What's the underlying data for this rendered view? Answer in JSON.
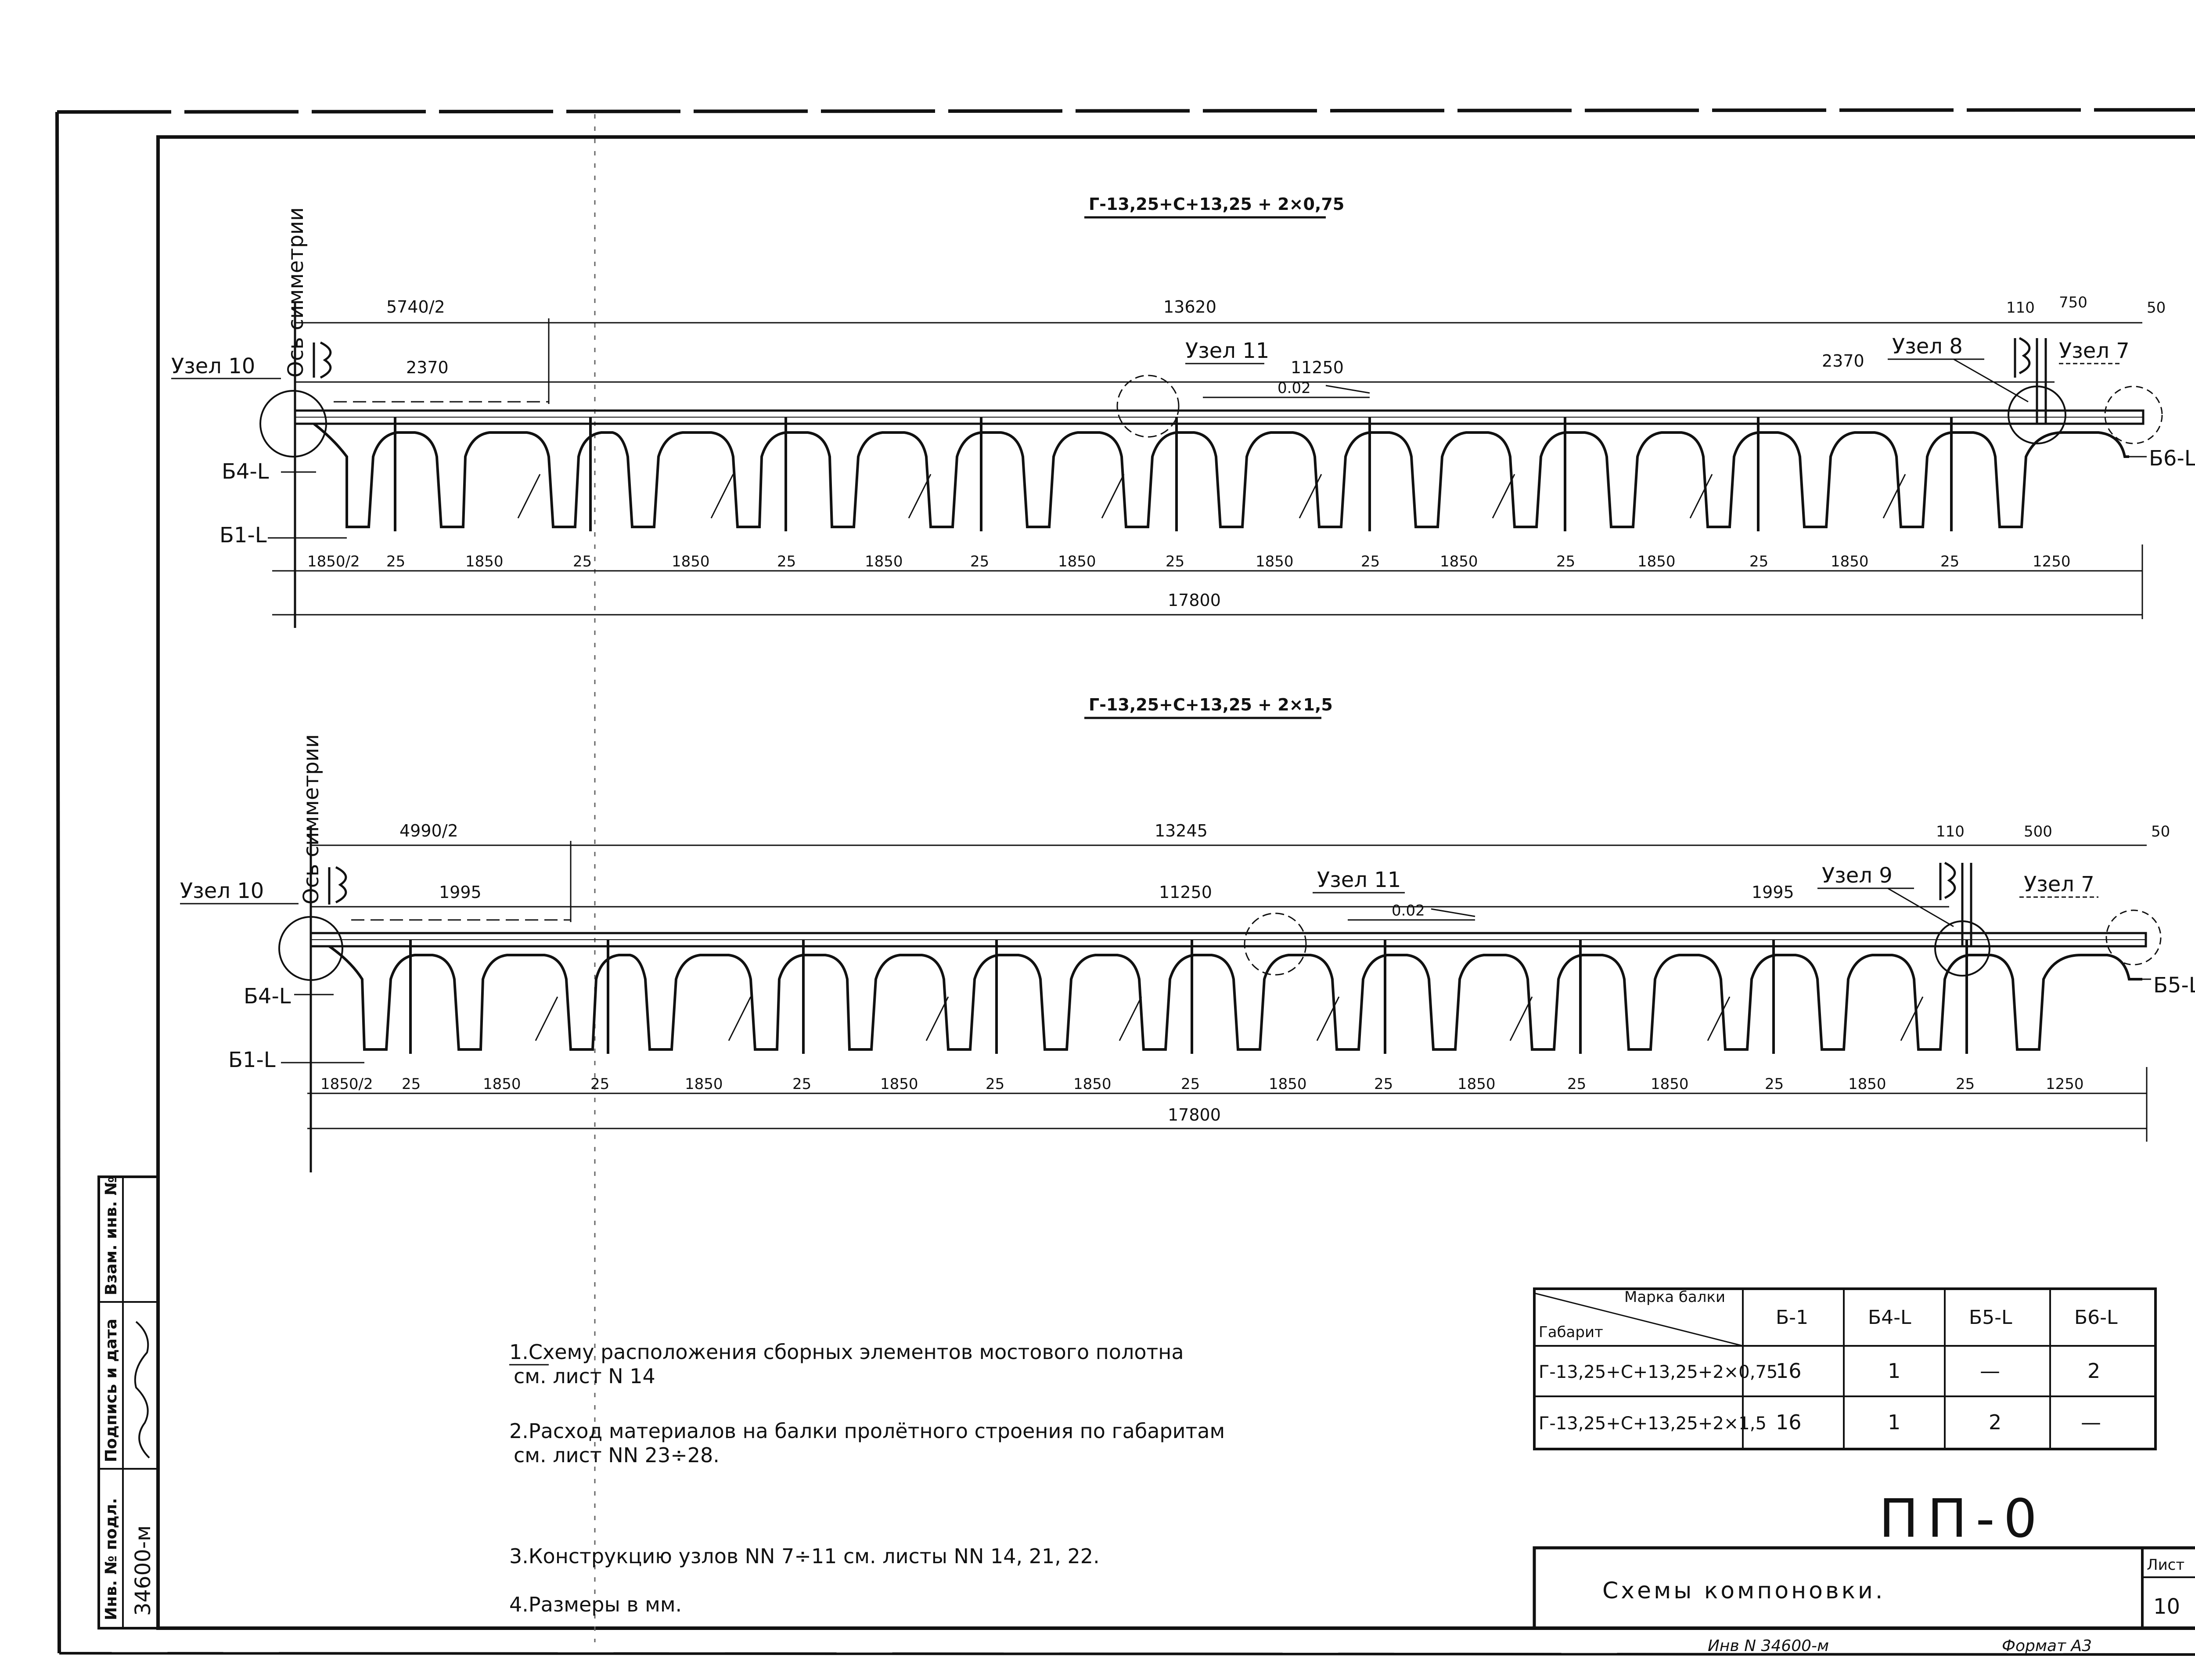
{
  "title_block": {
    "drawing_code": "ПП-0",
    "sheet_title": "Схемы компоновки.",
    "sheet_label": "Лист",
    "sheet_number": "10",
    "inventory": "Инв N 34600-м",
    "format": "Формат A3"
  },
  "side_stamp": {
    "inv_podl_label": "Инв. № подл.",
    "inv_podl_value": "34600-м",
    "sign_label": "Подпись и дата",
    "vzam_label": "Взам. инв. №"
  },
  "section1": {
    "title": "Г-13,25+С+13,25 + 2×0,75",
    "axis_label": "Ось симметрии",
    "node_left": "Узел 10",
    "node_mid": "Узел 11",
    "node_right1": "Узел 8",
    "node_right2": "Узел 7",
    "beam_left_top": "Б4-L",
    "beam_left_bottom": "Б1-L",
    "beam_right": "Б6-L",
    "dim_top_left": "5740/2",
    "dim_top_total": "13620",
    "dim_top_r1": "110",
    "dim_top_r2": "750",
    "dim_top_r3": "50",
    "dim_2370_left": "2370",
    "dim_11250": "11250",
    "dim_2370_right": "2370",
    "slope": "0.02",
    "bottom_dims": [
      "1850/2",
      "25",
      "1850",
      "25",
      "1850",
      "25",
      "1850",
      "25",
      "1850",
      "25",
      "1850",
      "25",
      "1850",
      "25",
      "1850",
      "25",
      "1850",
      "25",
      "1250"
    ],
    "total": "17800"
  },
  "section2": {
    "title": "Г-13,25+С+13,25 + 2×1,5",
    "axis_label": "Ось симметрии",
    "node_left": "Узел 10",
    "node_mid": "Узел 11",
    "node_right1": "Узел 9",
    "node_right2": "Узел 7",
    "beam_left_top": "Б4-L",
    "beam_left_bottom": "Б1-L",
    "beam_right": "Б5-L",
    "dim_top_left": "4990/2",
    "dim_top_total": "13245",
    "dim_top_r1": "110",
    "dim_top_r2": "500",
    "dim_top_r3": "50",
    "dim_1995_left": "1995",
    "dim_11250": "11250",
    "dim_1995_right": "1995",
    "slope": "0.02",
    "bottom_dims": [
      "1850/2",
      "25",
      "1850",
      "25",
      "1850",
      "25",
      "1850",
      "25",
      "1850",
      "25",
      "1850",
      "25",
      "1850",
      "25",
      "1850",
      "25",
      "1850",
      "25",
      "1250"
    ],
    "total": "17800"
  },
  "notes": [
    "1.Схему расположения сборных элементов мостового полотна",
    "см. лист N 14",
    "2.Расход материалов на балки пролётного строения по габаритам",
    "см. лист NN 23÷28.",
    "3.Конструкцию узлов NN 7÷11 см. листы NN 14, 21, 22.",
    "4.Размеры в мм."
  ],
  "table": {
    "header_diag_top": "Марка балки",
    "header_diag_bottom": "Габарит",
    "columns": [
      "Б-1",
      "Б4-L",
      "Б5-L",
      "Б6-L"
    ],
    "rows": [
      {
        "label": "Г-13,25+С+13,25+2×0,75",
        "values": [
          "16",
          "1",
          "—",
          "2"
        ]
      },
      {
        "label": "Г-13,25+С+13,25+2×1,5",
        "values": [
          "16",
          "1",
          "2",
          "—"
        ]
      }
    ]
  }
}
